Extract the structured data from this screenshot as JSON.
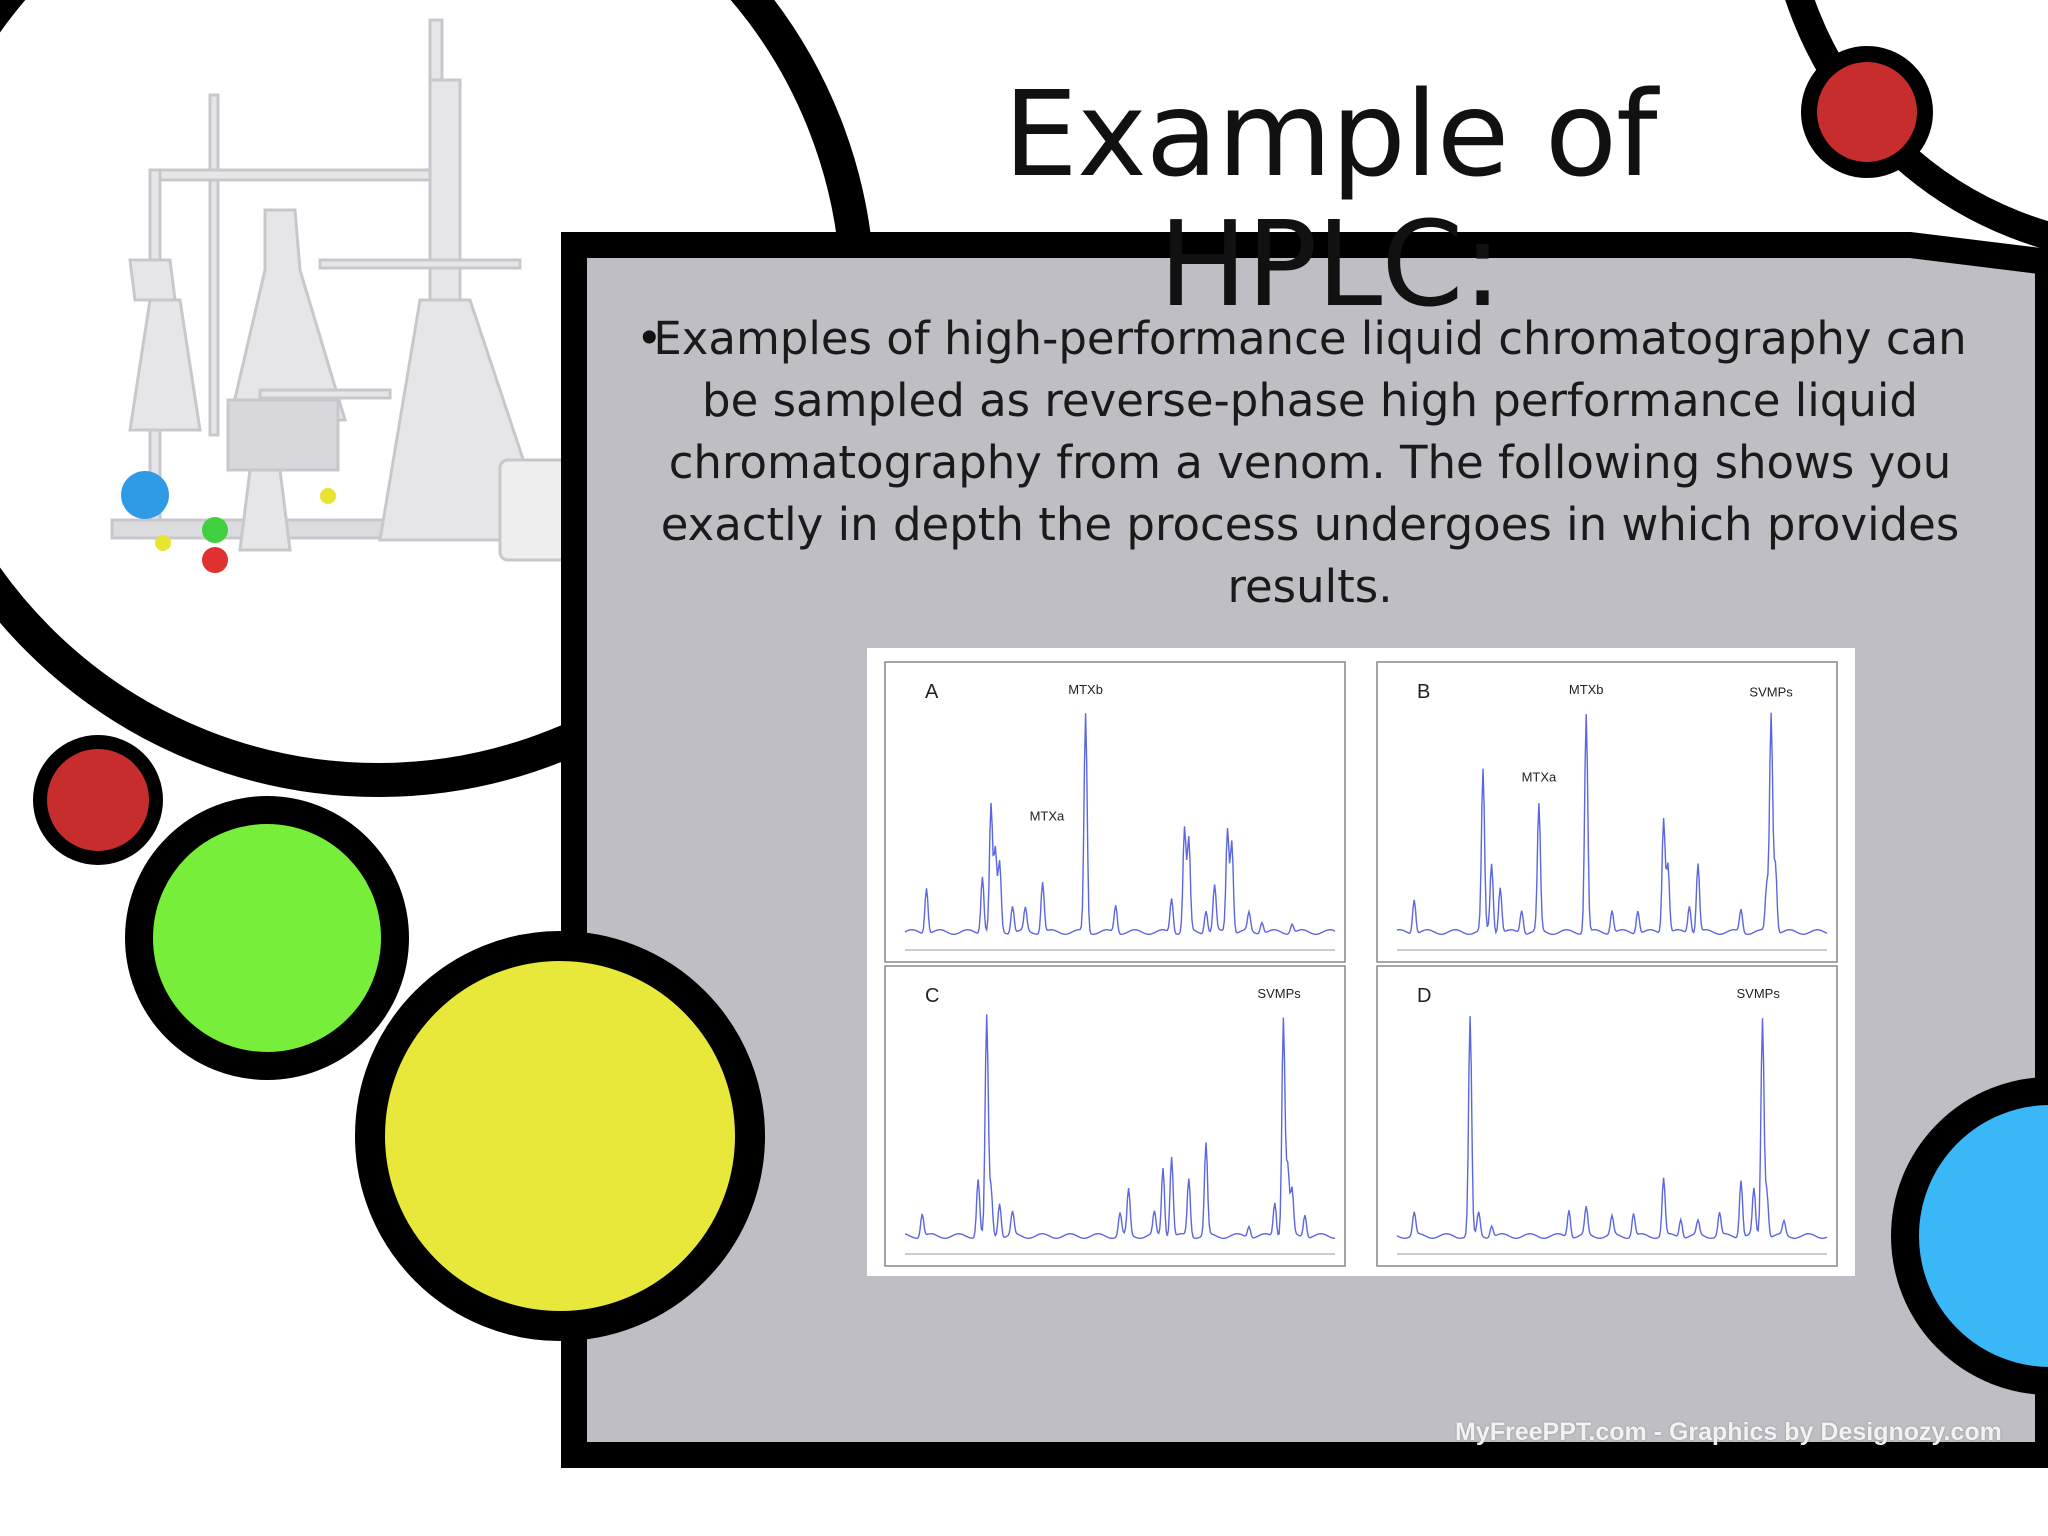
{
  "slide": {
    "title": "Example of HPLC:",
    "bullet_symbol": "•",
    "bullet_text": "Examples of high-performance liquid chromatography can be sampled as reverse-phase high performance liquid chromatography from a venom. The following shows you exactly in depth the process undergoes in which provides results.",
    "watermark": "MyFreePPT.com - Graphics by Designozy.com"
  },
  "colors": {
    "panel_gray": "#bebec4",
    "red": "#c72d2d",
    "green": "#76ee3a",
    "yellow": "#e8e83a",
    "blue": "#3ab7f7",
    "trace": "#5b66e0",
    "outline": "#000000"
  },
  "figure": {
    "panels": [
      {
        "letter": "A",
        "peak_labels": [
          "MTXa",
          "MTXb"
        ]
      },
      {
        "letter": "B",
        "peak_labels": [
          "MTXa",
          "MTXb",
          "SVMPs"
        ]
      },
      {
        "letter": "C",
        "peak_labels": [
          "SVMPs"
        ]
      },
      {
        "letter": "D",
        "peak_labels": [
          "SVMPs"
        ]
      }
    ]
  },
  "icons": [
    "lab-glassware-illustration"
  ]
}
